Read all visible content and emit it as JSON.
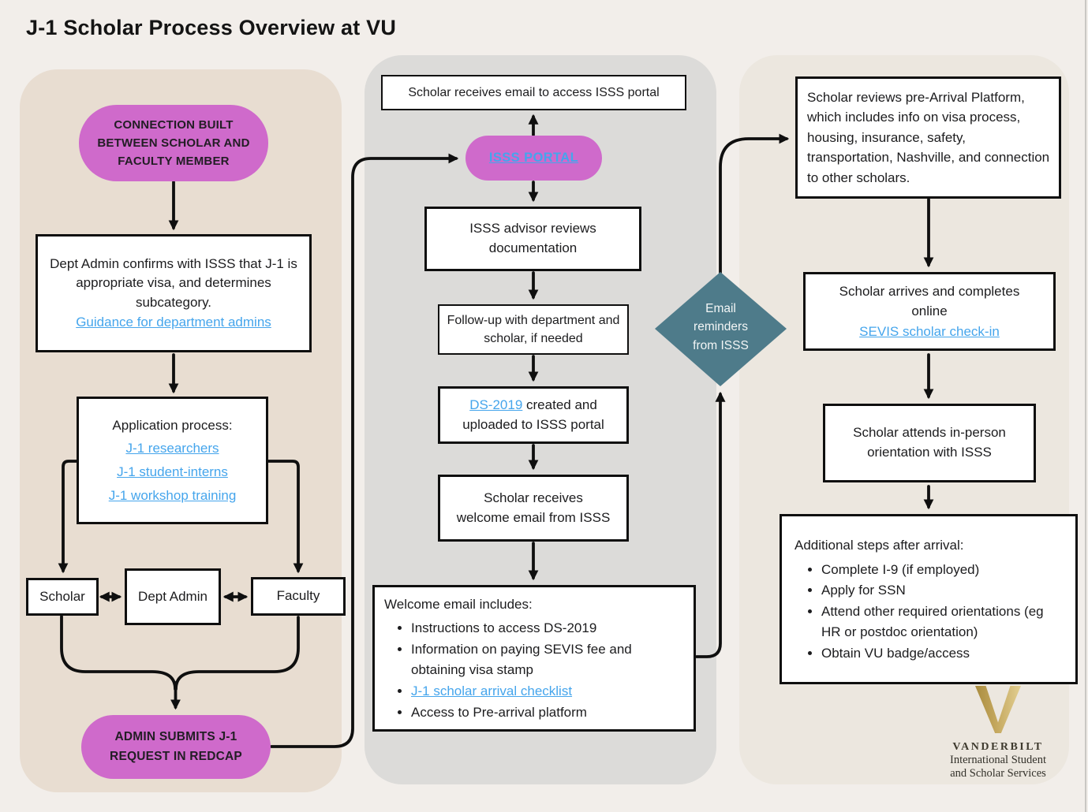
{
  "title": "J-1 Scholar Process Overview at VU",
  "colors": {
    "pink": "#cf6acb",
    "teal_diamond": "#4e7b8a",
    "link_blue": "#45a5ec",
    "gold": "#b9994e",
    "panel_left": "#e8ddd1",
    "panel_middle": "#dcdbd9",
    "panel_right": "#ece7df",
    "background": "#f2eeea"
  },
  "left": {
    "pill_lines": [
      "CONNECTION BUILT",
      "BETWEEN SCHOLAR AND",
      "FACULTY MEMBER"
    ],
    "confirm": {
      "text": "Dept Admin confirms with ISSS that J-1 is appropriate visa, and determines subcategory.",
      "link": "Guidance for department admins"
    },
    "app": {
      "title": "Application process:",
      "links": [
        "J-1 researchers",
        "J-1 student-interns",
        "J-1 workshop training"
      ]
    },
    "scholar": "Scholar",
    "dept_admin": "Dept Admin",
    "faculty": "Faculty",
    "redcap_lines": [
      "ADMIN SUBMITS J-1",
      "REQUEST IN REDCAP"
    ]
  },
  "mid": {
    "email_box": "Scholar receives email to access ISSS portal",
    "portal_link": "ISSS PORTAL",
    "advisor_box": "ISSS advisor reviews documentation",
    "followup_box": "Follow-up with department and scholar, if needed",
    "ds": {
      "link": "DS-2019",
      "after": " created and",
      "line2": "uploaded to ISSS portal"
    },
    "receives_lines": [
      "Scholar receives",
      "welcome email from ISSS"
    ],
    "welcome": {
      "title": "Welcome email includes:",
      "bullet1": "Instructions to access DS-2019",
      "bullet2": "Information on paying SEVIS fee and obtaining visa stamp",
      "bullet3_link": "J-1 scholar arrival checklist",
      "bullet4": "Access to Pre-arrival platform"
    }
  },
  "diamond": {
    "lines": [
      "Email",
      "reminders",
      "from ISSS"
    ]
  },
  "right": {
    "prearrival": "Scholar reviews pre-Arrival Platform, which includes info on visa process, housing, insurance, safety, transportation, Nashville, and connection to other scholars.",
    "checkin": {
      "text": "Scholar arrives and completes online",
      "link": "SEVIS scholar check-in"
    },
    "orientation": "Scholar attends in-person orientation with ISSS",
    "additional": {
      "title": "Additional steps after arrival:",
      "bullet1": "Complete I-9 (if employed)",
      "bullet2": "Apply for SSN",
      "bullet3": "Attend other required orientations (eg HR or postdoc orientation)",
      "bullet4": "Obtain VU badge/access"
    }
  },
  "logo": {
    "wordmark": "VANDERBILT",
    "sub1": "International Student",
    "sub2": "and Scholar Services"
  }
}
